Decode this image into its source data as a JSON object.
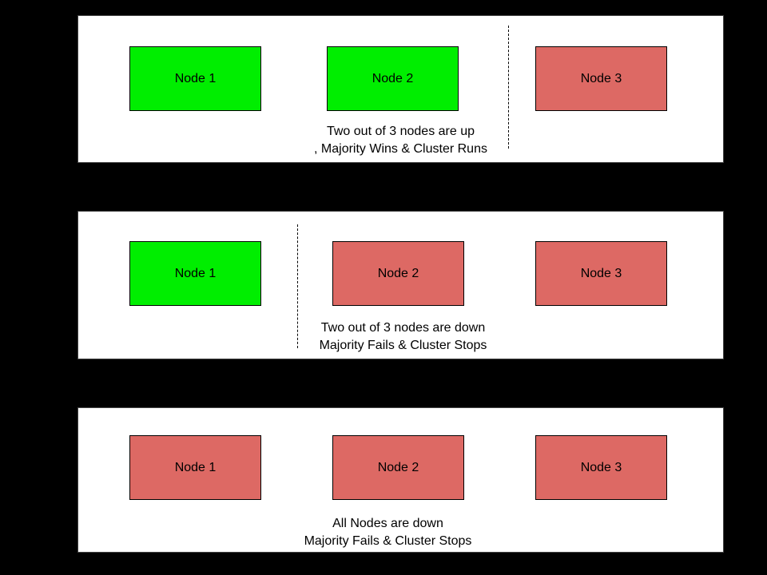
{
  "canvas": {
    "background": "#000000",
    "panel_background": "#ffffff"
  },
  "colors": {
    "node_up": "#00ee00",
    "node_down": "#dd6964",
    "node_border": "#000000",
    "text": "#000000"
  },
  "panels": [
    {
      "id": "scenario-two-up",
      "nodes": [
        {
          "label": "Node 1",
          "status": "up"
        },
        {
          "label": "Node 2",
          "status": "up"
        },
        {
          "label": "Node 3",
          "status": "down"
        }
      ],
      "divider": {
        "present": true,
        "position": "between-node-2-and-node-3"
      },
      "caption_line1": "Two out of 3 nodes are up",
      "caption_line2": ", Majority Wins & Cluster Runs"
    },
    {
      "id": "scenario-two-down",
      "nodes": [
        {
          "label": "Node 1",
          "status": "up"
        },
        {
          "label": "Node 2",
          "status": "down"
        },
        {
          "label": "Node 3",
          "status": "down"
        }
      ],
      "divider": {
        "present": true,
        "position": "between-node-1-and-node-2"
      },
      "caption_line1": "Two out of 3 nodes are down",
      "caption_line2": "Majority Fails & Cluster Stops"
    },
    {
      "id": "scenario-all-down",
      "nodes": [
        {
          "label": "Node 1",
          "status": "down"
        },
        {
          "label": "Node 2",
          "status": "down"
        },
        {
          "label": "Node 3",
          "status": "down"
        }
      ],
      "divider": {
        "present": false,
        "position": null
      },
      "caption_line1": "All Nodes are down",
      "caption_line2": "Majority Fails & Cluster Stops"
    }
  ]
}
